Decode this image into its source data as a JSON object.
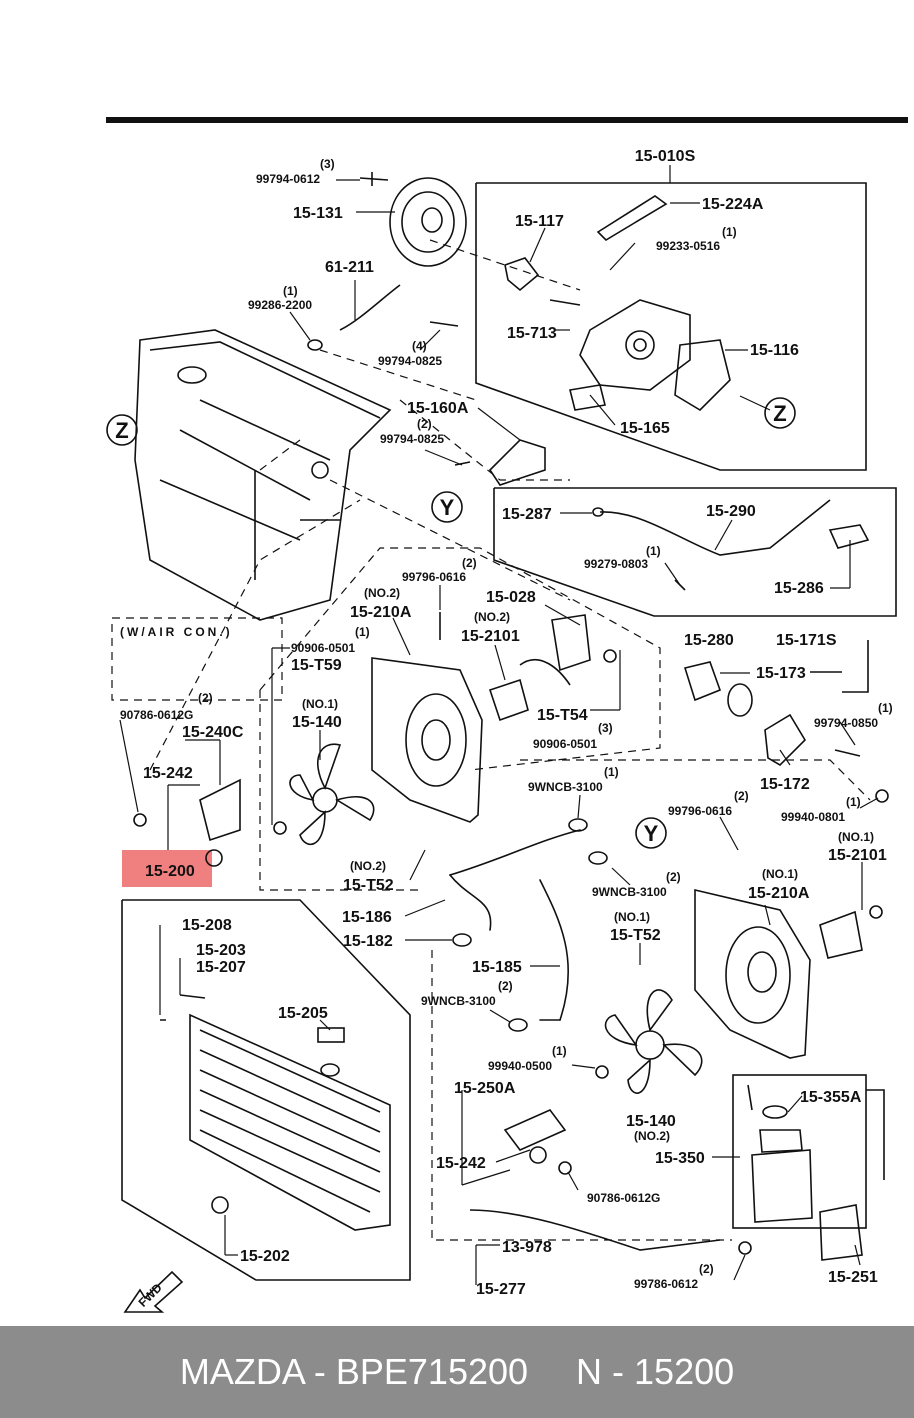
{
  "labels": {
    "l010S": "15-010S",
    "l224A": "15-224A",
    "l117": "15-117",
    "q1a": "(1)",
    "p99233": "99233-0516",
    "q3a": "(3)",
    "p99794a": "99794-0612",
    "l131": "15-131",
    "l61211": "61-211",
    "q1b": "(1)",
    "p99286": "99286-2200",
    "l713": "15-713",
    "q4a": "(4)",
    "p99794b": "99794-0825",
    "l116": "15-116",
    "l165": "15-165",
    "l160A": "15-160A",
    "q2a": "(2)",
    "p99794c": "99794-0825",
    "l287": "15-287",
    "l290": "15-290",
    "q1c": "(1)",
    "p99279": "99279-0803",
    "l286": "15-286",
    "q2b": "(2)",
    "p99796a": "99796-0616",
    "lno2a": "(NO.2)",
    "l210Aa": "15-210A",
    "l028": "15-028",
    "lno2b": "(NO.2)",
    "q1d": "(1)",
    "l2101a": "15-2101",
    "waircon": "(W/AIR CON.)",
    "p90906a": "90906-0501",
    "lT59": "15-T59",
    "lT54": "15-T54",
    "q3b": "(3)",
    "p90906b": "90906-0501",
    "l280": "15-280",
    "l171S": "15-171S",
    "l173": "15-173",
    "q1e": "(1)",
    "p99794d": "99794-0850",
    "l172": "15-172",
    "q1f": "(1)",
    "p99940a": "99940-0801",
    "q2c": "(2)",
    "p90786a": "90786-0612G",
    "l240C": "15-240C",
    "l242a": "15-242",
    "lno1a": "(NO.1)",
    "l140a": "15-140",
    "q1g": "(1)",
    "p9wncba": "9WNCB-3100",
    "q2d": "(2)",
    "p99796b": "99796-0616",
    "lno1b": "(NO.1)",
    "l2101b": "15-2101",
    "l200": "15-200",
    "lno2c": "(NO.2)",
    "lT52a": "15-T52",
    "q2e": "(2)",
    "p9wncbb": "9WNCB-3100",
    "lno1c": "(NO.1)",
    "l210Ab": "15-210A",
    "l186": "15-186",
    "l208": "15-208",
    "l203": "15-203",
    "l207": "15-207",
    "l182": "15-182",
    "lno1d": "(NO.1)",
    "lT52b": "15-T52",
    "l185": "15-185",
    "q2f": "(2)",
    "p9wncbc": "9WNCB-3100",
    "l205": "15-205",
    "q1h": "(1)",
    "p99940b": "99940-0500",
    "l250A": "15-250A",
    "l355A": "15-355A",
    "l140b": "15-140",
    "lno2d": "(NO.2)",
    "l350": "15-350",
    "l242b": "15-242",
    "p90786b": "90786-0612G",
    "l978": "13-978",
    "l202": "15-202",
    "q2g": "(2)",
    "p99786": "99786-0612",
    "l251": "15-251",
    "l277": "15-277",
    "zA": "Z",
    "zB": "Z",
    "yA": "Y",
    "yB": "Y",
    "fwd": "FWD"
  },
  "footer": {
    "brand_part": "MAZDA - BPE715200",
    "ref": "N - 15200"
  },
  "highlight_color": "#f08080"
}
